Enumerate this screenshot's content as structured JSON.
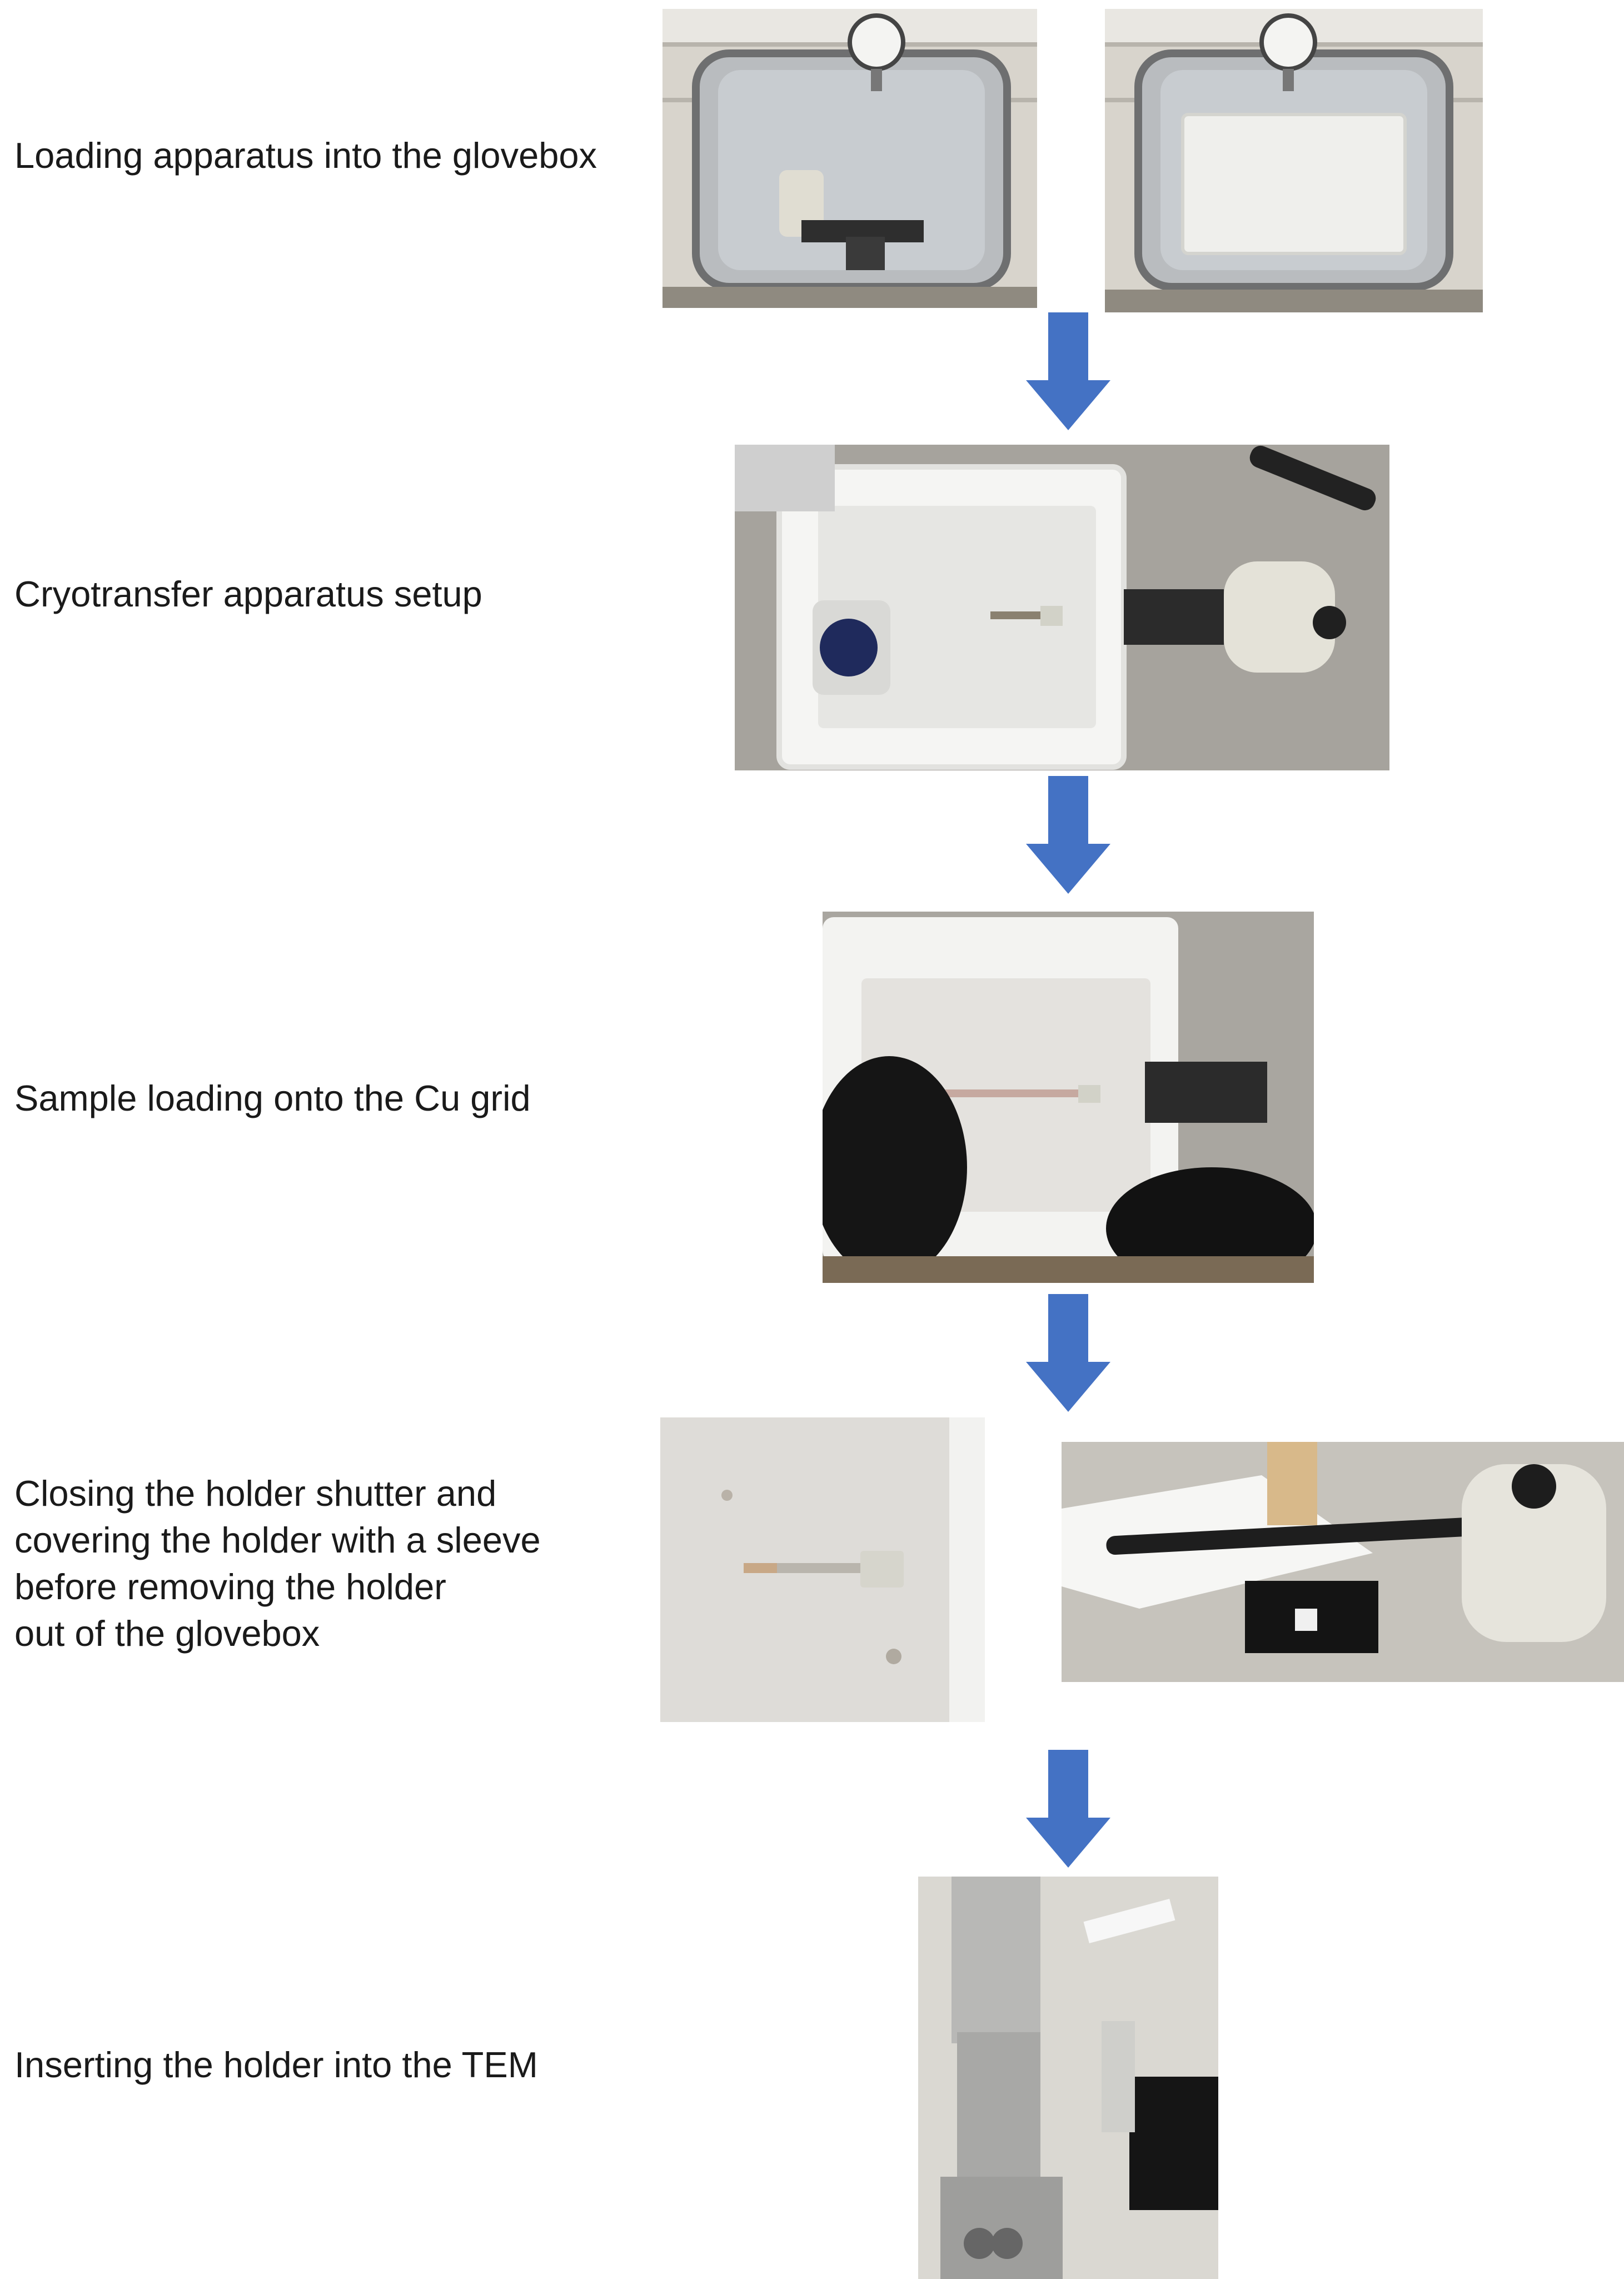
{
  "colors": {
    "arrow": "#4472C4",
    "text": "#1a1a1a"
  },
  "steps": [
    {
      "label": "Loading apparatus into the glovebox"
    },
    {
      "label": "Cryotransfer apparatus setup"
    },
    {
      "label": "Sample loading onto the Cu grid"
    },
    {
      "label": "Closing the holder shutter and\ncovering the holder with a sleeve\nbefore removing the holder\nout of the glovebox"
    },
    {
      "label": "Inserting the holder into the TEM"
    }
  ],
  "photos": [
    {
      "name": "photo-glovebox-with-holder",
      "step": 1
    },
    {
      "name": "photo-glovebox-with-foam-box",
      "step": 1
    },
    {
      "name": "photo-cryotransfer-setup",
      "step": 2
    },
    {
      "name": "photo-sample-loading-gloves",
      "step": 3
    },
    {
      "name": "photo-holder-tip-closeup",
      "step": 4
    },
    {
      "name": "photo-holder-in-sleeve",
      "step": 4
    },
    {
      "name": "photo-tem-microscope",
      "step": 5
    }
  ],
  "arrows": 4
}
